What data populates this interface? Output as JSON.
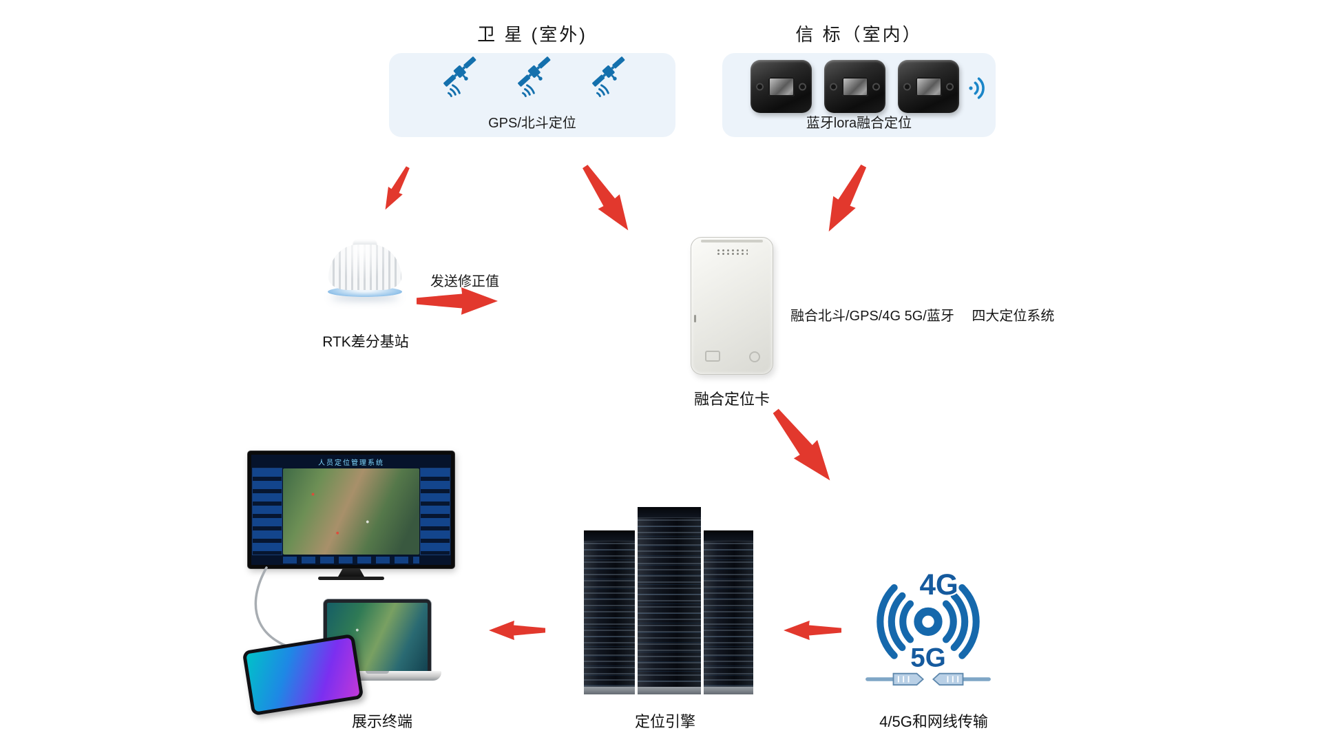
{
  "colors": {
    "arrow_red": "#e2382d",
    "icon_blue": "#1470ad",
    "panel_bg": "#ecf3fa"
  },
  "satellite_panel": {
    "title": "卫 星 (室外)",
    "caption": "GPS/北斗定位"
  },
  "beacon_panel": {
    "title": "信 标（室内）",
    "caption": "蓝牙lora融合定位"
  },
  "rtk_station": {
    "label": "RTK差分基站"
  },
  "correction": {
    "label": "发送修正值"
  },
  "fusion_card": {
    "label": "融合定位卡",
    "note": "融合北斗/GPS/4G 5G/蓝牙　 四大定位系统"
  },
  "network": {
    "label": "4/5G和网线传输",
    "badge_top": "4G",
    "badge_bottom": "5G"
  },
  "engine": {
    "label": "定位引擎"
  },
  "terminal": {
    "label": "展示终端",
    "screen_title": "人员定位管理系统"
  }
}
